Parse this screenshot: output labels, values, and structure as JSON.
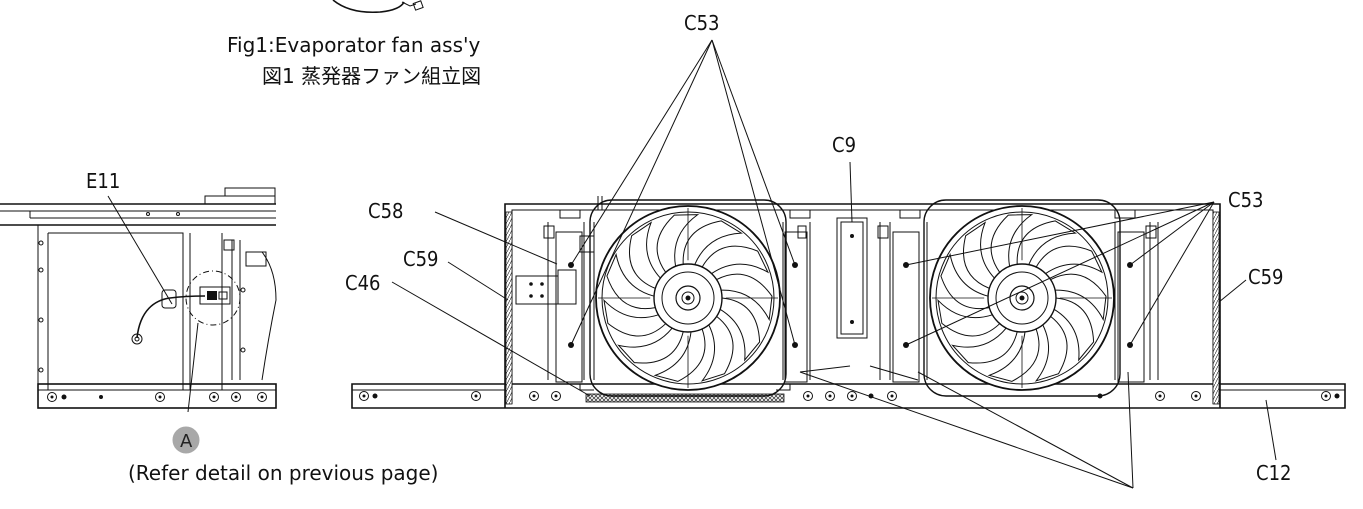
{
  "caption": {
    "line1": "Fig1:Evaporator fan ass'y",
    "line2": "図1 蒸発器ファン組立図"
  },
  "callouts": {
    "c53_top": "C53",
    "c53_right": "C53",
    "c9": "C9",
    "c58": "C58",
    "c59_left": "C59",
    "c59_right": "C59",
    "c46": "C46",
    "c12": "C12",
    "e11": "E11",
    "detail_marker": "A",
    "refer_note": "(Refer detail on previous page)"
  },
  "colors": {
    "line": "#111111",
    "marker_fill": "#a8a8a8",
    "hatch": "#555555",
    "background": "#ffffff"
  }
}
